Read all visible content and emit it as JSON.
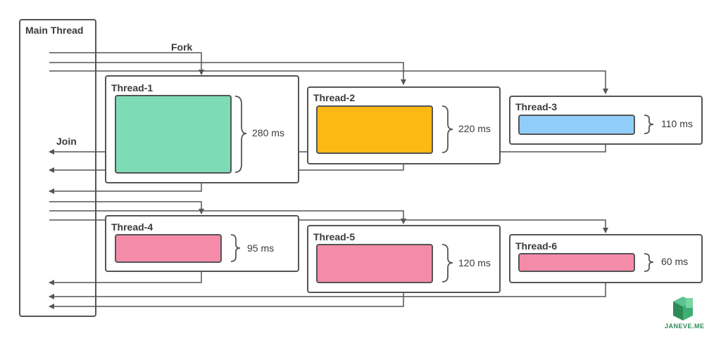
{
  "main_thread": {
    "label": "Main Thread"
  },
  "labels": {
    "fork": "Fork",
    "join": "Join"
  },
  "threads": [
    {
      "name": "Thread-1",
      "duration": "280 ms",
      "color": "#7ddbb5"
    },
    {
      "name": "Thread-2",
      "duration": "220 ms",
      "color": "#fdb913"
    },
    {
      "name": "Thread-3",
      "duration": "110 ms",
      "color": "#90cdf9"
    },
    {
      "name": "Thread-4",
      "duration": "95 ms",
      "color": "#f48ba9"
    },
    {
      "name": "Thread-5",
      "duration": "120 ms",
      "color": "#f48ba9"
    },
    {
      "name": "Thread-6",
      "duration": "60 ms",
      "color": "#f48ba9"
    }
  ],
  "logo": {
    "text": "JANEVE.ME",
    "color": "#2e8b57"
  }
}
